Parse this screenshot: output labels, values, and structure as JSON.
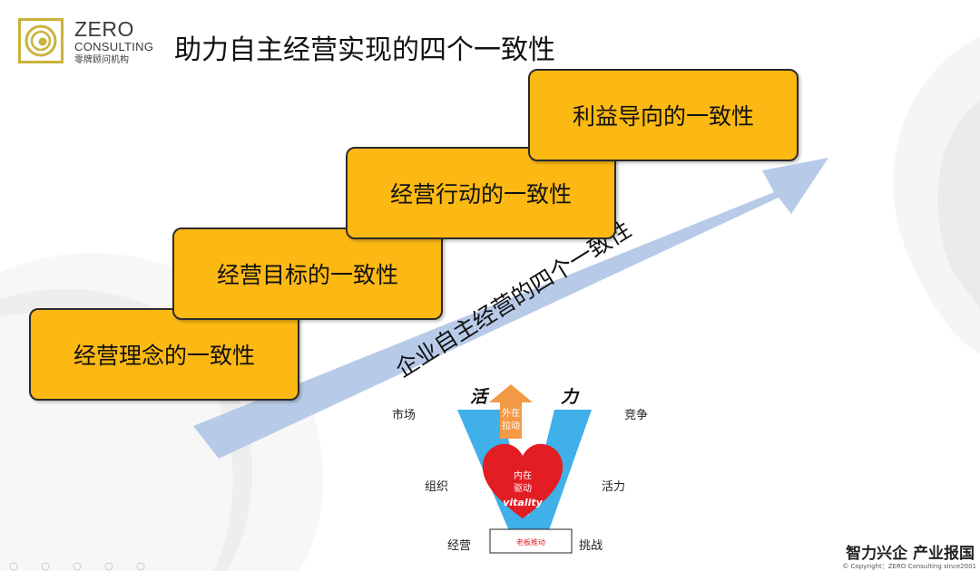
{
  "header": {
    "logo_en_line1": "ZERO",
    "logo_en_line2": "CONSULTING",
    "logo_cn": "零牌顾问机构",
    "title": "助力自主经营实现的四个一致性"
  },
  "steps": [
    {
      "label": "经营理念的一致性"
    },
    {
      "label": "经营目标的一致性"
    },
    {
      "label": "经营行动的一致性"
    },
    {
      "label": "利益导向的一致性"
    }
  ],
  "arrow": {
    "label": "企业自主经营的四个一致性"
  },
  "v_diagram": {
    "top_left_glyph": "活",
    "top_right_glyph": "力",
    "left_labels": [
      "市场",
      "组织",
      "经营"
    ],
    "right_labels": [
      "竞争",
      "活力",
      "挑战"
    ],
    "up_arrow_label": "外在\n拉动",
    "up_arrow_line1": "外在",
    "up_arrow_line2": "拉动",
    "heart_line1": "内在",
    "heart_line2": "驱动",
    "heart_word": "vitality",
    "base_label": "老板推动"
  },
  "footer": {
    "brand": "智力兴企 产业报国",
    "copyright": "© Copyright：ZERO Consulting since2001"
  },
  "colors": {
    "step_fill": "#fcb813",
    "arrow_fill": "#b7cbe8",
    "v_fill": "#3fb0e8",
    "heart_fill": "#e31d24",
    "up_arrow_fill": "#f39a47",
    "logo_border": "#c9b33a"
  }
}
